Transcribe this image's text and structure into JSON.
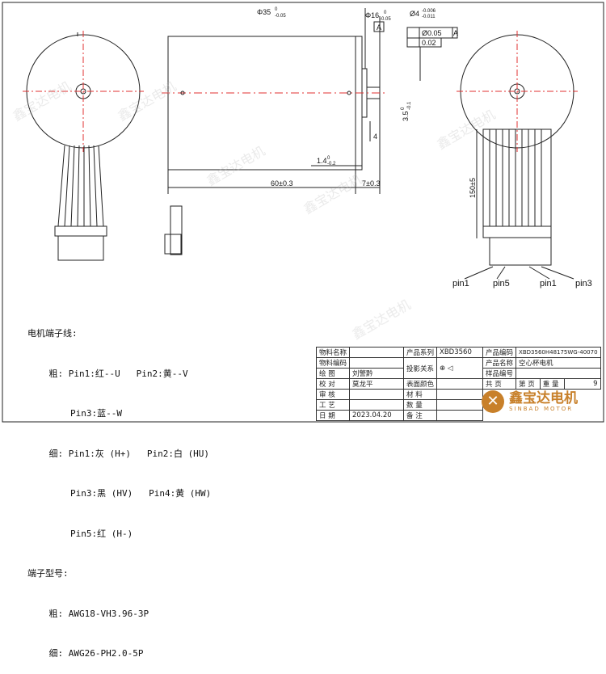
{
  "dimensions": {
    "body_dia": "Φ35",
    "body_dia_tol_up": "0",
    "body_dia_tol_low": "-0.05",
    "flange_dia": "Φ16",
    "flange_dia_tol_up": "0",
    "flange_dia_tol_low": "-0.05",
    "shaft_dia": "Ø4",
    "shaft_dia_tol_up": "-0.006",
    "shaft_dia_tol_low": "-0.011",
    "datum": "A",
    "perp_tol": "Ø0.05",
    "perp_datum": "A",
    "runout_tol": "0.02",
    "shaft_len": "3.5",
    "shaft_len_tol_up": "0",
    "shaft_len_tol_low": "-0.1",
    "flange_w": "4",
    "gap": "1.4",
    "gap_tol_up": "0",
    "gap_tol_low": "-0.2",
    "body_len": "60±0.3",
    "shaft_total": "7±0.3",
    "lead_len": "150±5"
  },
  "pin_labels": [
    "pin1",
    "pin5",
    "pin1",
    "pin3"
  ],
  "notes": {
    "title": "电机端子线:",
    "lines": [
      "    粗: Pin1:红--U   Pin2:黄--V",
      "        Pin3:蓝--W",
      "    细: Pin1:灰 (H+)   Pin2:白 (HU)",
      "        Pin3:黑 (HV)   Pin4:黄 (HW)",
      "        Pin5:红 (H-)"
    ],
    "terminal_title": "端子型号:",
    "terminal_lines": [
      "    粗: AWG18-VH3.96-3P",
      "    细: AWG26-PH2.0-5P"
    ]
  },
  "title_block": {
    "material_name": "物料名称",
    "material_code": "物料编码",
    "drawn": "绘    图",
    "drawn_by": "刘警黔",
    "checked": "校    对",
    "checked_by": "莫龙平",
    "reviewed": "审    核",
    "process": "工    艺",
    "date_label": "日    期",
    "date": "2023.04.20",
    "series_label": "产品系列",
    "series": "XBD3560",
    "projection": "投影关系",
    "surface": "表面颜色",
    "material": "材    料",
    "quantity": "数    量",
    "remarks": "备    注",
    "product_code_label": "产品编码",
    "product_code": "XBD3560H48175WG-40070",
    "product_name_label": "产品名称",
    "product_name": "空心杯电机",
    "sample_code_label": "样品编号",
    "total_pages": "共    页",
    "page": "第    页",
    "weight": "重    量",
    "weight_value": "9"
  },
  "logo": {
    "cn": "鑫宝达电机",
    "en": "SINBAD MOTOR"
  },
  "watermark": "鑫宝达电机",
  "colors": {
    "centerline": "#e03030",
    "logo": "#c8802a"
  }
}
